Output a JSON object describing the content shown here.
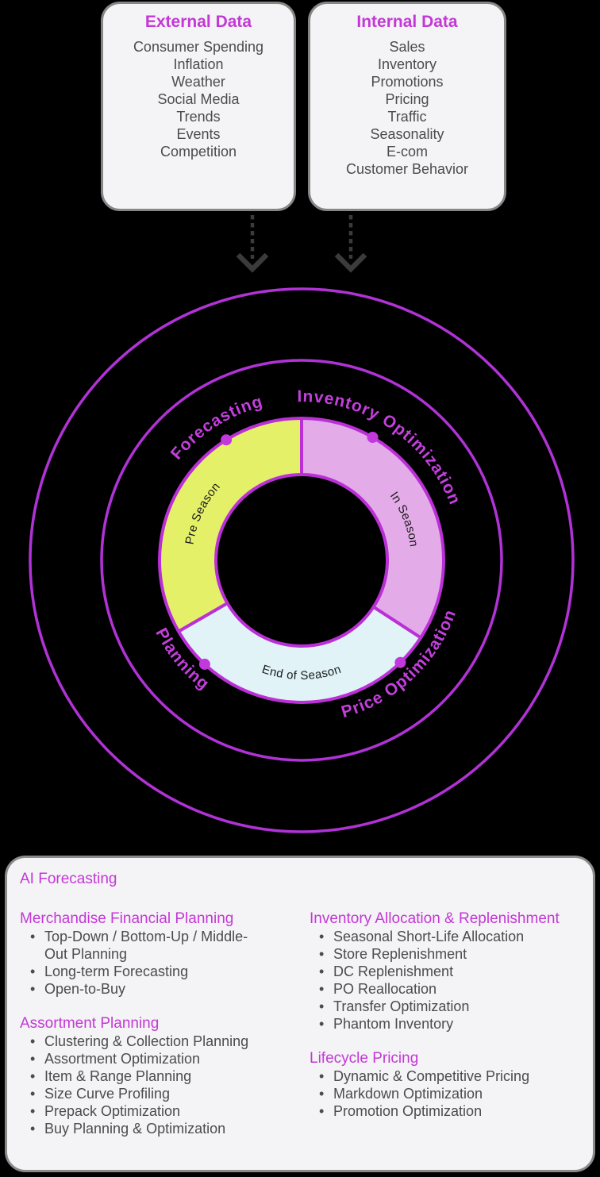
{
  "page": {
    "background": "#000000"
  },
  "external_box": {
    "title": "External Data",
    "items": [
      "Consumer Spending",
      "Inflation",
      "Weather",
      "Social Media",
      "Trends",
      "Events",
      "Competition"
    ]
  },
  "internal_box": {
    "title": "Internal Data",
    "items": [
      "Sales",
      "Inventory",
      "Promotions",
      "Pricing",
      "Traffic",
      "Seasonality",
      "E-com",
      "Customer Behavior"
    ]
  },
  "cycle": {
    "outer_labels": {
      "forecasting": "Forecasting",
      "inventory_optimization": "Inventory Optimization",
      "price_optimization": "Price Optimization",
      "planning": "Planning"
    },
    "segments": {
      "pre_season": {
        "label": "Pre Season",
        "fill": "#e4f168"
      },
      "in_season": {
        "label": "In Season",
        "fill": "#e4abe9"
      },
      "end_of_season": {
        "label": "End of Season",
        "fill": "#e1f3f7"
      }
    }
  },
  "colors": {
    "accent_magenta": "#c338d6",
    "ring_stroke": "#b132d6",
    "arrow_gray": "#3b3b3b"
  },
  "panel": {
    "title": "AI Forecasting",
    "left_sections": [
      {
        "heading": "Merchandise Financial Planning",
        "items": [
          "Top-Down / Bottom-Up / Middle-Out Planning",
          "Long-term Forecasting",
          "Open-to-Buy"
        ]
      },
      {
        "heading": "Assortment Planning",
        "items": [
          "Clustering & Collection Planning",
          "Assortment Optimization",
          "Item & Range Planning",
          "Size Curve Profiling",
          "Prepack Optimization",
          "Buy Planning & Optimization"
        ]
      }
    ],
    "right_sections": [
      {
        "heading": "Inventory Allocation & Replenishment",
        "items": [
          "Seasonal Short-Life Allocation",
          "Store Replenishment",
          "DC Replenishment",
          "PO Reallocation",
          "Transfer Optimization",
          "Phantom Inventory"
        ]
      },
      {
        "heading": "Lifecycle Pricing",
        "items": [
          "Dynamic & Competitive Pricing",
          "Markdown Optimization",
          "Promotion Optimization"
        ]
      }
    ]
  }
}
